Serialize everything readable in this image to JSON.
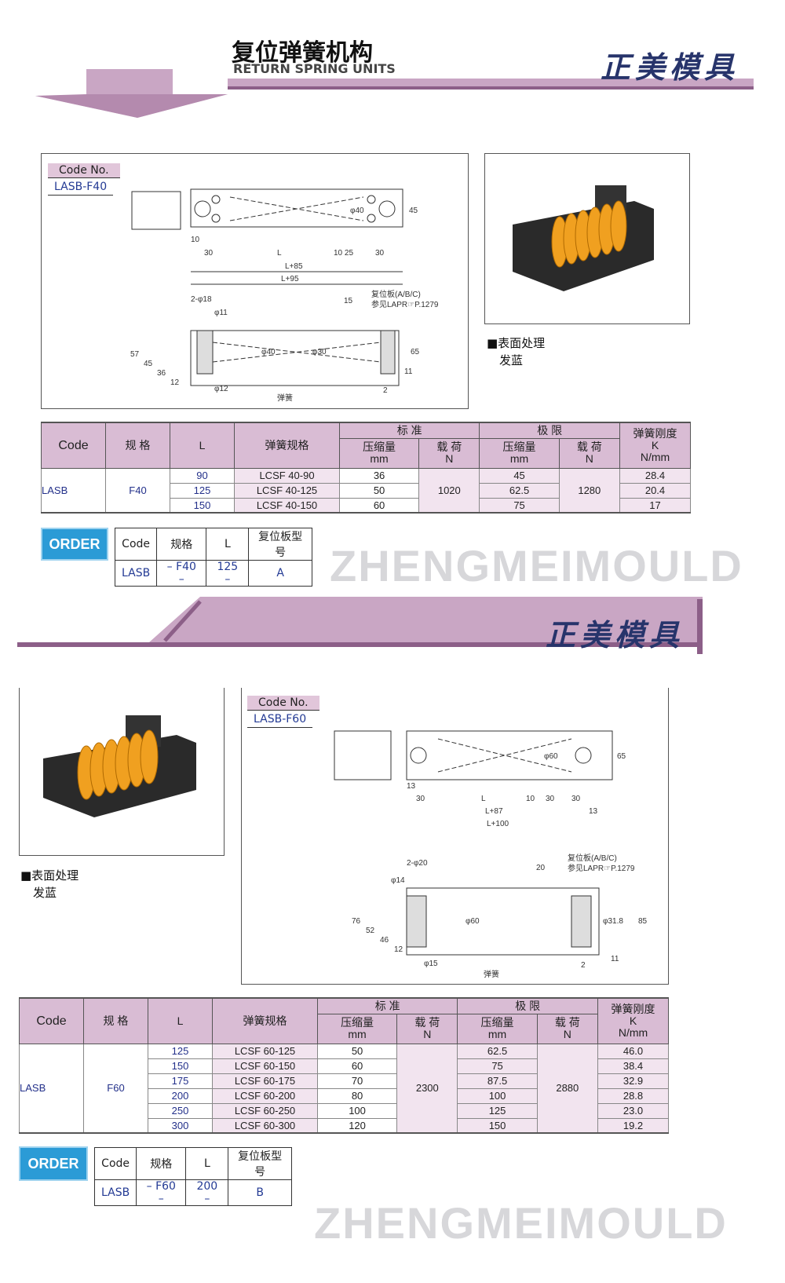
{
  "header": {
    "title_cn": "复位弹簧机构",
    "title_en": "RETURN SPRING UNITS",
    "brand": "正美模具"
  },
  "watermark": "ZHENGMEIMOULD",
  "colors": {
    "header_band": "#c9a6c4",
    "table_header": "#d9bcd4",
    "table_highlight": "#f2e4ef",
    "value_text": "#23308a",
    "order_logo": "#2b9bd6"
  },
  "section1": {
    "code_label": "Code No.",
    "code_value": "LASB-F40",
    "drawing_labels": [
      "2-φ18",
      "φ11",
      "复位板(A/B/C)",
      "参见LAPR☞P.1279",
      "10",
      "30",
      "L",
      "10 25",
      "30",
      "L+85",
      "L+95",
      "45",
      "15",
      "φ40",
      "φ30",
      "65",
      "11",
      "2",
      "57",
      "45",
      "36",
      "12",
      "φ12",
      "φ40",
      "弹簧"
    ],
    "surface_title": "■表面处理",
    "surface_value": "发蓝",
    "table": {
      "headers": {
        "code": "Code",
        "spec": "规 格",
        "L": "L",
        "spring": "弹簧规格",
        "standard": "标 准",
        "limit": "极 限",
        "compress": "压缩量",
        "mm": "mm",
        "load": "载 荷",
        "N": "N",
        "stiffness": "弹簧刚度",
        "K": "K",
        "Nmm": "N/mm"
      },
      "code": "LASB",
      "size": "F40",
      "std_load": "1020",
      "lim_load": "1280",
      "rows": [
        {
          "L": "90",
          "spring": "LCSF 40-90",
          "std": "36",
          "lim": "45",
          "k": "28.4"
        },
        {
          "L": "125",
          "spring": "LCSF 40-125",
          "std": "50",
          "lim": "62.5",
          "k": "20.4"
        },
        {
          "L": "150",
          "spring": "LCSF 40-150",
          "std": "60",
          "lim": "75",
          "k": "17"
        }
      ]
    },
    "order": {
      "logo": "ORDER",
      "headers": [
        "Code",
        "规格",
        "L",
        "复位板型号"
      ],
      "values": [
        "LASB",
        "– F40 –",
        "125 –",
        "A"
      ]
    }
  },
  "section2": {
    "brand": "正美模具",
    "code_label": "Code No.",
    "code_value": "LASB-F60",
    "drawing_labels": [
      "2-φ20",
      "φ14",
      "复位板(A/B/C)",
      "参见LAPR☞P.1279",
      "13",
      "30",
      "L",
      "10",
      "30",
      "30",
      "L+87",
      "L+100",
      "65",
      "φ60",
      "20",
      "φ60",
      "φ31.8",
      "85",
      "76",
      "52",
      "46",
      "12",
      "φ15",
      "2",
      "11",
      "13",
      "弹簧"
    ],
    "surface_title": "■表面处理",
    "surface_value": "发蓝",
    "table": {
      "code": "LASB",
      "size": "F60",
      "std_load": "2300",
      "lim_load": "2880",
      "rows": [
        {
          "L": "125",
          "spring": "LCSF 60-125",
          "std": "50",
          "lim": "62.5",
          "k": "46.0"
        },
        {
          "L": "150",
          "spring": "LCSF 60-150",
          "std": "60",
          "lim": "75",
          "k": "38.4"
        },
        {
          "L": "175",
          "spring": "LCSF 60-175",
          "std": "70",
          "lim": "87.5",
          "k": "32.9"
        },
        {
          "L": "200",
          "spring": "LCSF 60-200",
          "std": "80",
          "lim": "100",
          "k": "28.8"
        },
        {
          "L": "250",
          "spring": "LCSF 60-250",
          "std": "100",
          "lim": "125",
          "k": "23.0"
        },
        {
          "L": "300",
          "spring": "LCSF 60-300",
          "std": "120",
          "lim": "150",
          "k": "19.2"
        }
      ]
    },
    "order": {
      "logo": "ORDER",
      "headers": [
        "Code",
        "规格",
        "L",
        "复位板型号"
      ],
      "values": [
        "LASB",
        "– F60 –",
        "200 –",
        "B"
      ]
    }
  }
}
